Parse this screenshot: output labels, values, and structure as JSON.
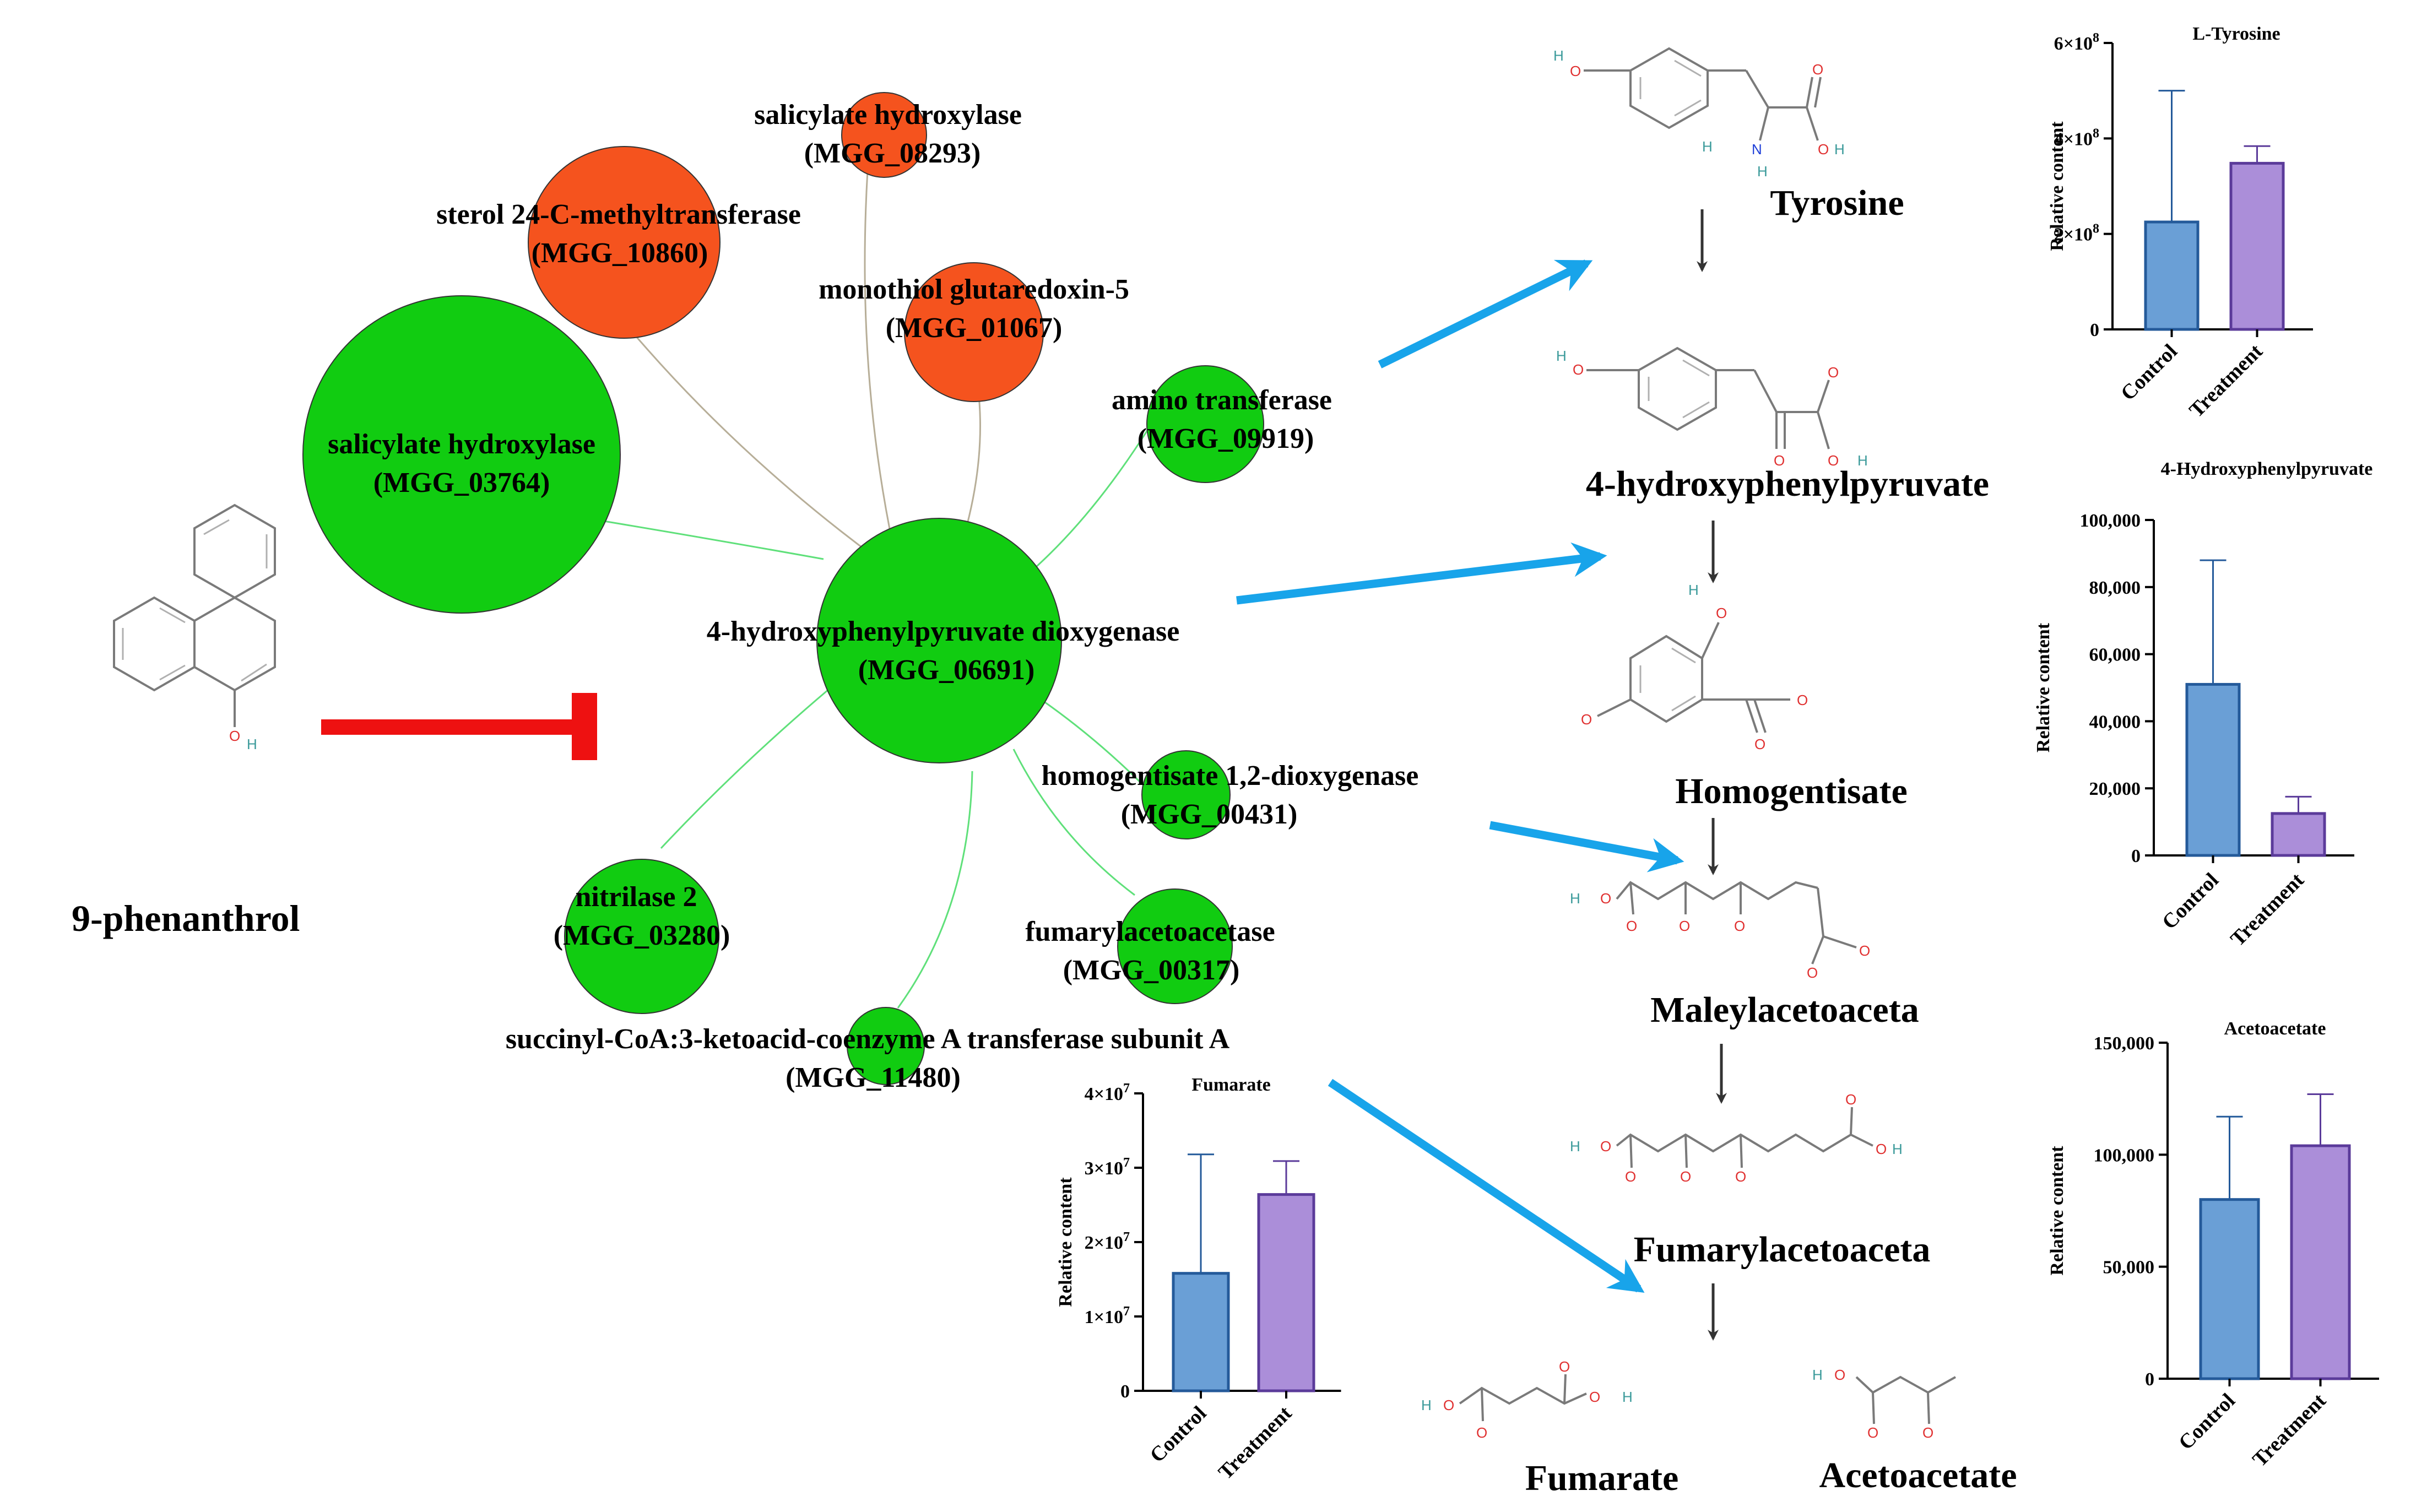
{
  "compound": {
    "name": "9-phenanthrol",
    "atom_o": "O",
    "atom_h": "H"
  },
  "network": {
    "center": {
      "line1": "4-hydroxyphenylpyruvate dioxygenase",
      "line2": "(MGG_06691)",
      "color": "#11cc11"
    },
    "nodes": [
      {
        "key": "salicylate-hydroxylase-08293",
        "line1": "salicylate hydroxylase",
        "line2": "(MGG_08293)",
        "color": "#f5531e"
      },
      {
        "key": "sterol-methyltransferase",
        "line1": "sterol 24-C-methyltransferase",
        "line2": "(MGG_10860)",
        "color": "#f5531e"
      },
      {
        "key": "monothiol-glutaredoxin",
        "line1": "monothiol glutaredoxin-5",
        "line2": "(MGG_01067)",
        "color": "#f5531e"
      },
      {
        "key": "salicylate-hydroxylase-03764",
        "line1": "salicylate hydroxylase",
        "line2": "(MGG_03764)",
        "color": "#11cc11"
      },
      {
        "key": "amino-transferase",
        "line1": "amino transferase",
        "line2": "(MGG_09919)",
        "color": "#11cc11"
      },
      {
        "key": "homogentisate-dioxygenase",
        "line1": "homogentisate 1,2-dioxygenase",
        "line2": "(MGG_00431)",
        "color": "#11cc11"
      },
      {
        "key": "nitrilase",
        "line1": "nitrilase 2",
        "line2": "(MGG_03280)",
        "color": "#11cc11"
      },
      {
        "key": "fumarylacetoacetase",
        "line1": "fumarylacetoacetase",
        "line2": "(MGG_00317)",
        "color": "#11cc11"
      },
      {
        "key": "succinyl-coa-transferase",
        "line1": "succinyl-CoA:3-ketoacid-coenzyme A transferase subunit A",
        "line2": "(MGG_11480)",
        "color": "#11cc11"
      }
    ],
    "edge_colors": {
      "brown": "#b7ae98",
      "green": "#5fe07a"
    }
  },
  "pathway": {
    "metabolites": [
      "Tyrosine",
      "4-hydroxyphenylpyruvate",
      "Homogentisate",
      "Maleylacetoaceta",
      "Fumarylacetoaceta",
      "Fumarate",
      "Acetoacetate"
    ],
    "atoms": {
      "O": "O",
      "H": "H",
      "N": "N"
    }
  },
  "colors": {
    "inhibit": "#ee1111",
    "arrow": "#18a4ea",
    "control_fill": "#6a9fd6",
    "control_edge": "#245a9a",
    "treatment_fill": "#ab8ed9",
    "treatment_edge": "#5b3b9a"
  },
  "chart_data": [
    {
      "type": "bar",
      "title": "L-Tyrosine",
      "ylabel": "Relative content",
      "categories": [
        "Control",
        "Treatment"
      ],
      "values": [
        225000000,
        348000000
      ],
      "errors": [
        275000000,
        36000000
      ],
      "ylim": [
        0,
        600000000
      ],
      "yticks": [
        {
          "v": 0,
          "base": "0",
          "exp": ""
        },
        {
          "v": 200000000,
          "base": "2×10",
          "exp": "8"
        },
        {
          "v": 400000000,
          "base": "4×10",
          "exp": "8"
        },
        {
          "v": 600000000,
          "base": "6×10",
          "exp": "8"
        }
      ]
    },
    {
      "type": "bar",
      "title": "4-Hydroxyphenylpyruvate",
      "ylabel": "Relative content",
      "categories": [
        "Control",
        "Treatment"
      ],
      "values": [
        51000,
        12500
      ],
      "errors": [
        37000,
        5000
      ],
      "ylim": [
        0,
        100000
      ],
      "yticks": [
        {
          "v": 0,
          "base": "0",
          "exp": ""
        },
        {
          "v": 20000,
          "base": "20,000",
          "exp": ""
        },
        {
          "v": 40000,
          "base": "40,000",
          "exp": ""
        },
        {
          "v": 60000,
          "base": "60,000",
          "exp": ""
        },
        {
          "v": 80000,
          "base": "80,000",
          "exp": ""
        },
        {
          "v": 100000,
          "base": "100,000",
          "exp": ""
        }
      ]
    },
    {
      "type": "bar",
      "title": "Acetoacetate",
      "ylabel": "Relative content",
      "categories": [
        "Control",
        "Treatment"
      ],
      "values": [
        80000,
        104000
      ],
      "errors": [
        37000,
        23000
      ],
      "ylim": [
        0,
        150000
      ],
      "yticks": [
        {
          "v": 0,
          "base": "0",
          "exp": ""
        },
        {
          "v": 50000,
          "base": "50,000",
          "exp": ""
        },
        {
          "v": 100000,
          "base": "100,000",
          "exp": ""
        },
        {
          "v": 150000,
          "base": "150,000",
          "exp": ""
        }
      ]
    },
    {
      "type": "bar",
      "title": "Fumarate",
      "ylabel": "Relative content",
      "categories": [
        "Control",
        "Treatment"
      ],
      "values": [
        15800000,
        26400000
      ],
      "errors": [
        16000000,
        4500000
      ],
      "ylim": [
        0,
        40000000
      ],
      "yticks": [
        {
          "v": 0,
          "base": "0",
          "exp": ""
        },
        {
          "v": 10000000,
          "base": "1×10",
          "exp": "7"
        },
        {
          "v": 20000000,
          "base": "2×10",
          "exp": "7"
        },
        {
          "v": 30000000,
          "base": "3×10",
          "exp": "7"
        },
        {
          "v": 40000000,
          "base": "4×10",
          "exp": "7"
        }
      ]
    }
  ]
}
